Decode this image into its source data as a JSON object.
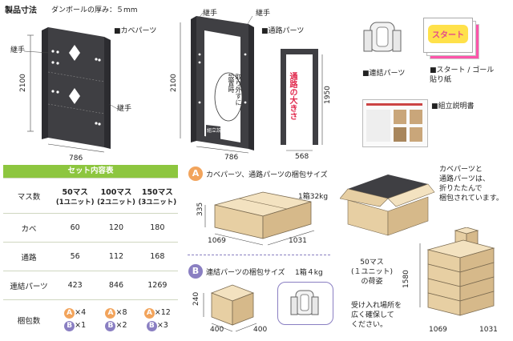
{
  "header": {
    "title": "製品寸法",
    "subtitle": "ダンボールの厚み：５mm"
  },
  "cover_panel": {
    "label": "■カベパーツ",
    "joint_left": "継手",
    "joint_right": "継手",
    "height": "2100",
    "width": "786"
  },
  "passage_panel": {
    "label": "■通路パーツ",
    "joint_left": "継手",
    "joint_right": "継手",
    "height": "2100",
    "width": "786",
    "bubble": "取り外すに設置時",
    "plate": "組立説明"
  },
  "passage_inner": {
    "vertical_text": "通路の大きさ",
    "height": "1950",
    "width": "568"
  },
  "parts": [
    {
      "label": "■連結パーツ"
    },
    {
      "label": "■スタート / ゴール\n貼り紙",
      "sticker": "スタート"
    },
    {
      "label": "■組立説明書"
    }
  ],
  "set_table": {
    "title": "セット内容表",
    "header_label": "マス数",
    "columns": [
      {
        "top": "50マス",
        "bottom": "(1ユニット)"
      },
      {
        "top": "100マス",
        "bottom": "(2ユニット)"
      },
      {
        "top": "150マス",
        "bottom": "(3ユニット)"
      }
    ],
    "rows": [
      {
        "label": "カベ",
        "values": [
          "60",
          "120",
          "180"
        ]
      },
      {
        "label": "通路",
        "values": [
          "56",
          "112",
          "168"
        ]
      },
      {
        "label": "連結パーツ",
        "values": [
          "423",
          "846",
          "1269"
        ]
      }
    ],
    "pack_label": "梱包数",
    "pack": [
      {
        "a": "×4",
        "b": "×1"
      },
      {
        "a": "×8",
        "b": "×2"
      },
      {
        "a": "×12",
        "b": "×3"
      }
    ],
    "badge_a": "A",
    "badge_b": "B"
  },
  "packA": {
    "badge": "A",
    "title": "カベパーツ、通路パーツの梱包サイズ",
    "weight": "1箱32kg",
    "h": "335",
    "w": "1069",
    "d": "1031"
  },
  "packB": {
    "badge": "B",
    "title": "連結パーツの梱包サイズ",
    "weight": "1箱４kg",
    "h": "240",
    "w": "400",
    "d": "400"
  },
  "fold_note": "カベパーツと\n通路パーツは、\n折りたたんで\n梱包されています。",
  "stack": {
    "caption": "50マス\n(１ユニット)\nの荷姿",
    "h": "1580",
    "w": "1069",
    "d": "1031",
    "note": "受け入れ場所を\n広く確保して\nください。"
  },
  "colors": {
    "accent_green": "#8dc63f",
    "badge_a": "#f2a45c",
    "badge_b": "#8a7fc2",
    "dark_panel": "#3f3f43",
    "red_text": "#e0264a"
  }
}
